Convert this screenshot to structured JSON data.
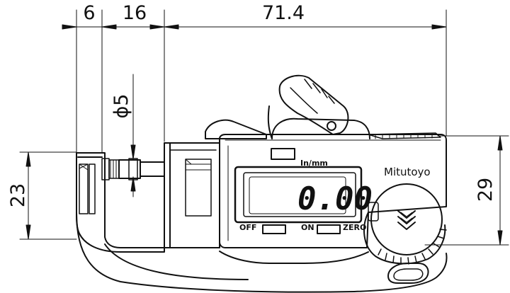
{
  "dimensions": {
    "top_left": "6",
    "top_middle": "16",
    "top_right": "71.4",
    "diameter": "ϕ5",
    "left_height": "23",
    "right_height": "29"
  },
  "device": {
    "brand": "Mitutoyo",
    "unit_label": "In/mm",
    "display_value": "0.00",
    "button_off": "OFF",
    "button_on": "ON",
    "button_zero": "ZERO"
  }
}
